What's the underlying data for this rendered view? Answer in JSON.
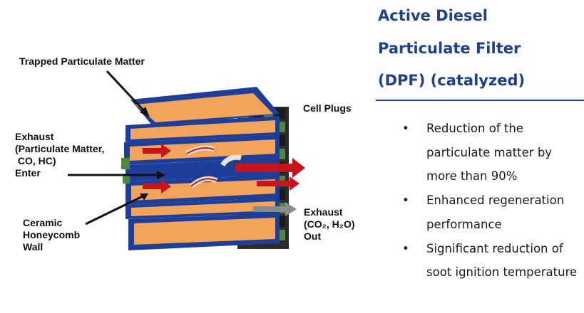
{
  "title_lines": [
    "Active Diesel",
    "Particulate Filter",
    "(DPF) (catalyzed)"
  ],
  "bullets": [
    "Reduction of the particulate matter by more than 90%",
    "Enhanced regeneration performance",
    "Significant reduction of soot ignition temperature"
  ],
  "bullet_glyph": "•",
  "labels": {
    "trapped": "Trapped Particulate Matter",
    "cell_plugs": "Cell Plugs",
    "exhaust_enter": [
      "Exhaust",
      "(Particulate Matter,",
      " CO, HC)",
      "Enter"
    ],
    "ceramic_wall": [
      "Ceramic",
      "Honeycomb",
      "Wall"
    ],
    "exhaust_out": [
      "Exhaust",
      "(CO₂, H₂O)",
      "Out"
    ]
  },
  "colors": {
    "title": "#1f3f8f",
    "cell_blue": "#1d3f9a",
    "cell_orange": "#f2a55a",
    "plug_green": "#4b8a3e",
    "arrow_red": "#c4161c",
    "arrow_gray": "#8a8a8a"
  }
}
